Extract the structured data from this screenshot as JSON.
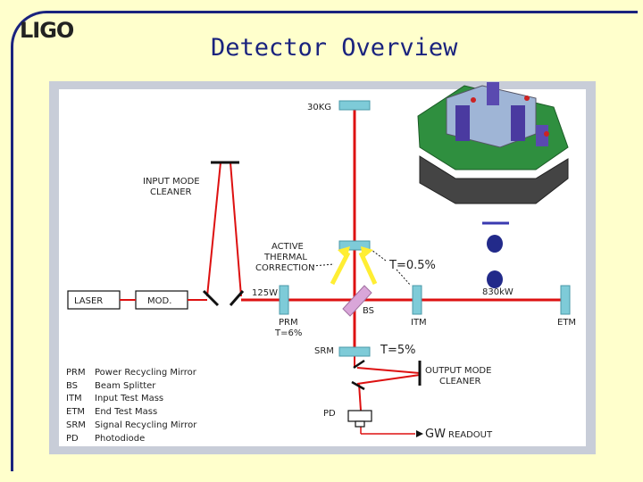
{
  "header": {
    "logo": "LIGO",
    "title": "Detector Overview"
  },
  "diagram": {
    "labels": {
      "power_30kg": "30KG",
      "input_mode_cleaner_1": "INPUT MODE",
      "input_mode_cleaner_2": "CLEANER",
      "active_thermal_1": "ACTIVE",
      "active_thermal_2": "THERMAL",
      "active_thermal_3": "CORRECTION",
      "t_itm": "T=0.5%",
      "laser": "LASER",
      "mod": "MOD.",
      "power_125w": "125W",
      "bs": "BS",
      "power_830kw": "830kW",
      "prm": "PRM",
      "prm_t": "T=6%",
      "itm": "ITM",
      "etm": "ETM",
      "srm": "SRM",
      "t_srm": "T=5%",
      "output_mode_cleaner_1": "OUTPUT MODE",
      "output_mode_cleaner_2": "CLEANER",
      "pd": "PD",
      "gw": "GW",
      "readout": "READOUT"
    },
    "colors": {
      "beam": "#dd1111",
      "mirror": "#7ecbd8",
      "arrow_yellow": "#ffee33",
      "beamsplitter": "#d9a6d9"
    }
  },
  "legend": [
    {
      "abbr": "PRM",
      "text": "Power Recycling Mirror"
    },
    {
      "abbr": "BS",
      "text": "Beam Splitter"
    },
    {
      "abbr": "ITM",
      "text": "Input Test Mass"
    },
    {
      "abbr": "ETM",
      "text": "End Test Mass"
    },
    {
      "abbr": "SRM",
      "text": "Signal Recycling Mirror"
    },
    {
      "abbr": "PD",
      "text": "Photodiode"
    }
  ]
}
